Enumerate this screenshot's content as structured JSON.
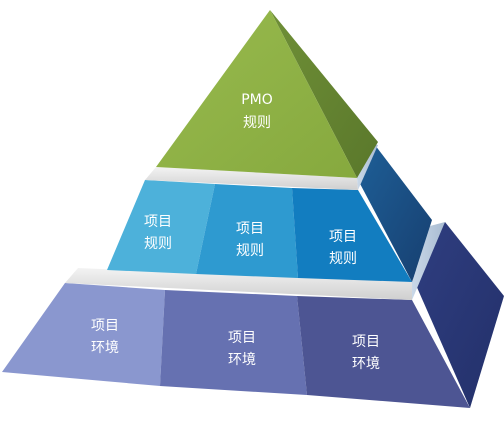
{
  "pyramid": {
    "top": {
      "line1": "PMO",
      "line2": "规则"
    },
    "middle": {
      "cells": [
        {
          "line1": "项目",
          "line2": "规则"
        },
        {
          "line1": "项目",
          "line2": "规则"
        },
        {
          "line1": "项目",
          "line2": "规则"
        }
      ]
    },
    "bottom": {
      "cells": [
        {
          "line1": "项目",
          "line2": "环境"
        },
        {
          "line1": "项目",
          "line2": "环境"
        },
        {
          "line1": "项目",
          "line2": "环境"
        }
      ]
    }
  },
  "colors": {
    "top_front": "#8DB045",
    "top_side": "#6E8F36",
    "middle_front_1": "#4DB1DA",
    "middle_front_2": "#2E9AD0",
    "middle_front_3": "#127DC0",
    "middle_side": "#1A4F84",
    "bottom_front_1": "#8A97CF",
    "bottom_front_2": "#6671B1",
    "bottom_front_3": "#4D5593",
    "bottom_side": "#2B3979",
    "separator": "#D8D8D8"
  }
}
